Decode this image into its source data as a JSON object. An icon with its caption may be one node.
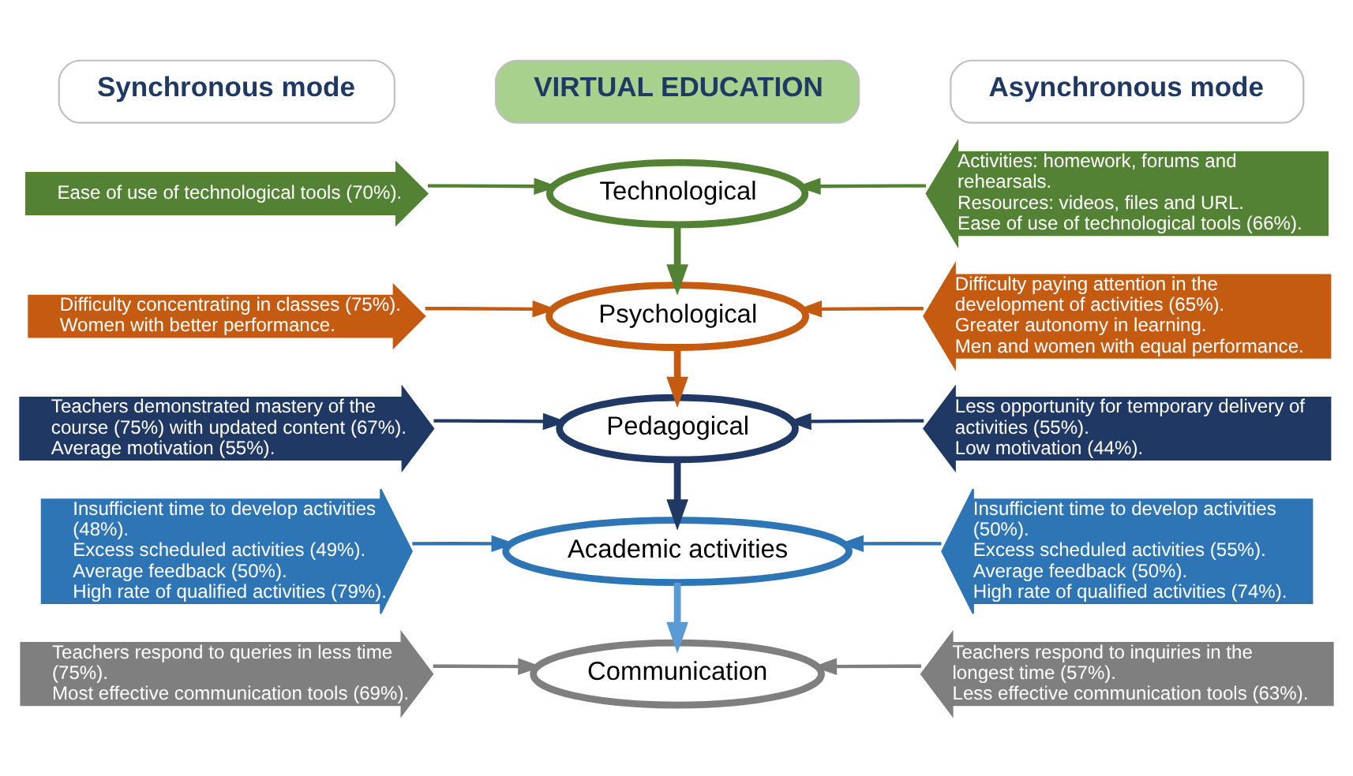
{
  "diagram": {
    "nodes": [
      {
        "text": [
          "Synchronous mode"
        ]
      },
      {
        "text": [
          "VIRTUAL EDUCATION"
        ]
      },
      {
        "text": [
          "Asynchronous mode"
        ]
      },
      {
        "text": [
          "Ease of use of technological tools (70%)."
        ]
      },
      {
        "text": [
          "Technological"
        ]
      },
      {
        "text": [
          "Activities: homework, forums and rehearsals.",
          "Resources: videos, files and URL.",
          "Ease of use of technological tools (66%)."
        ]
      },
      {
        "text": [
          "Difficulty concentrating in classes (75%).",
          "Women with better performance."
        ]
      },
      {
        "text": [
          "Psychological"
        ]
      },
      {
        "text": [
          "Difficulty paying attention in the development of activities (65%).",
          "Greater autonomy in learning.",
          "Men and women with equal performance."
        ]
      },
      {
        "text": [
          "Teachers demonstrated mastery of the course (75%) with updated content (67%).",
          "Average motivation (55%)."
        ]
      },
      {
        "text": [
          "Pedagogical"
        ]
      },
      {
        "text": [
          "Less opportunity for temporary delivery of activities (55%).",
          "Low motivation (44%)."
        ]
      },
      {
        "text": [
          "Insufficient time to develop activities (48%).",
          "Excess scheduled activities (49%).",
          "Average feedback (50%).",
          "High rate of qualified activities (79%)."
        ]
      },
      {
        "text": [
          "Academic activities"
        ]
      },
      {
        "text": [
          "Insufficient time to develop activities (50%).",
          "Excess scheduled activities (55%).",
          "Average feedback (50%).",
          "High rate of qualified activities (74%)."
        ]
      },
      {
        "text": [
          "Teachers respond to queries in less time (75%).",
          "Most effective communication tools (69%)."
        ]
      },
      {
        "text": [
          "Communication"
        ]
      },
      {
        "text": [
          "Teachers respond to inquiries in the longest time (57%).",
          "Less effective communication tools (63%)."
        ]
      }
    ],
    "edges": [
      {
        "from": 3,
        "to": 4,
        "arrow": "to",
        "color": "#548235"
      },
      {
        "from": 5,
        "to": 4,
        "arrow": "to",
        "color": "#548235"
      },
      {
        "from": 4,
        "to": 7,
        "arrow": "to",
        "style": "thick",
        "color": "#548235"
      },
      {
        "from": 6,
        "to": 7,
        "arrow": "to",
        "color": "#c55a11"
      },
      {
        "from": 8,
        "to": 7,
        "arrow": "to",
        "color": "#c55a11"
      },
      {
        "from": 7,
        "to": 10,
        "arrow": "to",
        "style": "thick",
        "color": "#c55a11"
      },
      {
        "from": 9,
        "to": 10,
        "arrow": "to",
        "color": "#203864"
      },
      {
        "from": 11,
        "to": 10,
        "arrow": "to",
        "color": "#203864"
      },
      {
        "from": 10,
        "to": 13,
        "arrow": "to",
        "style": "thick",
        "color": "#203864"
      },
      {
        "from": 12,
        "to": 13,
        "arrow": "to",
        "color": "#2e75b6"
      },
      {
        "from": 14,
        "to": 13,
        "arrow": "to",
        "color": "#2e75b6"
      },
      {
        "from": 13,
        "to": 16,
        "arrow": "to",
        "style": "thick",
        "color": "#5b9bd5"
      },
      {
        "from": 15,
        "to": 16,
        "arrow": "to",
        "color": "#7f7f7f"
      },
      {
        "from": 17,
        "to": 16,
        "arrow": "to",
        "color": "#7f7f7f"
      }
    ]
  }
}
